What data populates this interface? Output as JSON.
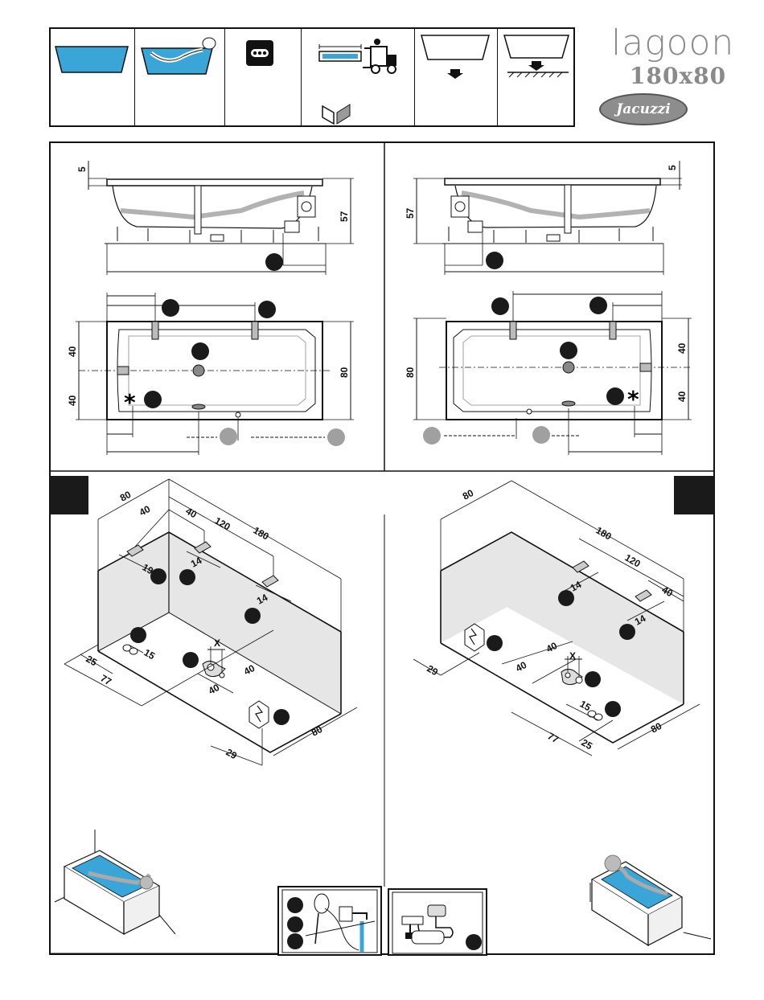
{
  "header": {
    "brand_title": "lagoon",
    "brand_size": "180x80",
    "logo_text": "Jacuzzi",
    "icons": [
      "bath-capacity-icon",
      "bather-icon",
      "control-panel-icon",
      "packaging-forklift-icon",
      "weight-empty-icon",
      "floor-load-icon",
      "panel-pieces-icon"
    ]
  },
  "side_view_left": {
    "d1": "5",
    "d2": "57"
  },
  "side_view_right": {
    "d1": "5",
    "d2": "57"
  },
  "top_view_left": {
    "d1": "40",
    "d2": "40",
    "d3": "80",
    "asterisk": "*"
  },
  "top_view_right": {
    "d1": "80",
    "d2": "40",
    "d3": "40",
    "asterisk": "*"
  },
  "iso_left": {
    "dims": [
      "80",
      "40",
      "40",
      "120",
      "180",
      "19",
      "14",
      "14",
      "15",
      "25",
      "77",
      "X",
      "40",
      "40",
      "29",
      "80"
    ]
  },
  "iso_right": {
    "dims": [
      "80",
      "180",
      "120",
      "40",
      "14",
      "14",
      "40",
      "X",
      "40",
      "29",
      "15",
      "77",
      "25",
      "80"
    ]
  },
  "colors": {
    "water": "#3aa6d8",
    "line": "#111111",
    "wall": "#e6e6e6",
    "marker": "#1a1a1a",
    "marker_grey": "#a0a0a0",
    "brand_grey": "#8a8a8a"
  }
}
